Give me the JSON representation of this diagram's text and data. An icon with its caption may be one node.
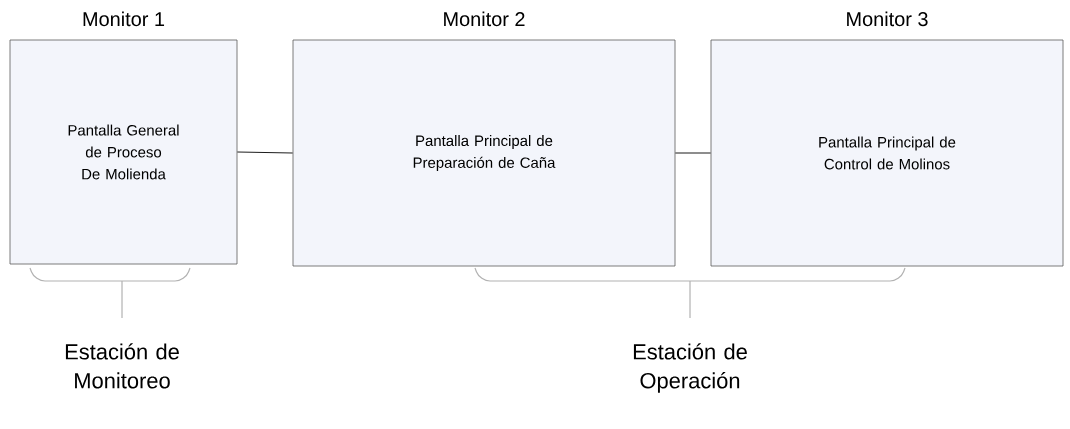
{
  "diagram": {
    "nodes": [
      {
        "text": [
          "Monitor 1",
          "Pantalla General de Proceso De Molienda"
        ]
      },
      {
        "text": [
          "Monitor 2",
          "Pantalla Principal de Preparación de Caña"
        ]
      },
      {
        "text": [
          "Monitor 3",
          "Pantalla Principal de Control de Molinos"
        ]
      }
    ],
    "edges": [
      {
        "from": 0,
        "to": 1,
        "arrow": "none"
      },
      {
        "from": 1,
        "to": 2,
        "arrow": "none"
      }
    ],
    "labels": [
      "Estación de Monitoreo",
      "Estación de Operación"
    ]
  }
}
